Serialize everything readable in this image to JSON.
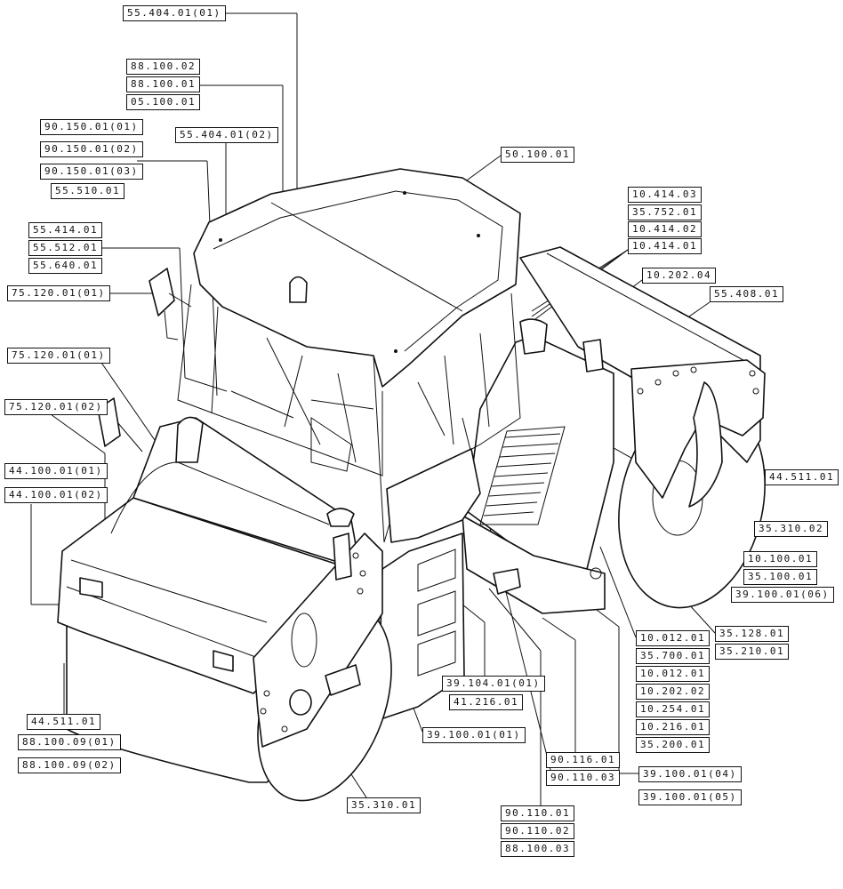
{
  "labels": [
    {
      "text": "55.404.01(01)"
    },
    {
      "text": "88.100.02"
    },
    {
      "text": "88.100.01"
    },
    {
      "text": "05.100.01"
    },
    {
      "text": "90.150.01(01)"
    },
    {
      "text": "90.150.01(02)"
    },
    {
      "text": "90.150.01(03)"
    },
    {
      "text": "55.510.01"
    },
    {
      "text": "55.404.01(02)"
    },
    {
      "text": "50.100.01"
    },
    {
      "text": "10.414.03"
    },
    {
      "text": "35.752.01"
    },
    {
      "text": "10.414.02"
    },
    {
      "text": "10.414.01"
    },
    {
      "text": "10.202.04"
    },
    {
      "text": "55.408.01"
    },
    {
      "text": "55.414.01"
    },
    {
      "text": "55.512.01"
    },
    {
      "text": "55.640.01"
    },
    {
      "text": "75.120.01(01)"
    },
    {
      "text": "75.120.01(01)"
    },
    {
      "text": "75.120.01(02)"
    },
    {
      "text": "44.100.01(01)"
    },
    {
      "text": "44.100.01(02)"
    },
    {
      "text": "44.511.01"
    },
    {
      "text": "35.310.02"
    },
    {
      "text": "10.100.01"
    },
    {
      "text": "35.100.01"
    },
    {
      "text": "39.100.01(06)"
    },
    {
      "text": "35.128.01"
    },
    {
      "text": "35.210.01"
    },
    {
      "text": "10.012.01"
    },
    {
      "text": "35.700.01"
    },
    {
      "text": "10.012.01"
    },
    {
      "text": "10.202.02"
    },
    {
      "text": "10.254.01"
    },
    {
      "text": "10.216.01"
    },
    {
      "text": "35.200.01"
    },
    {
      "text": "39.104.01(01)"
    },
    {
      "text": "41.216.01"
    },
    {
      "text": "39.100.01(01)"
    },
    {
      "text": "44.511.01"
    },
    {
      "text": "88.100.09(01)"
    },
    {
      "text": "88.100.09(02)"
    },
    {
      "text": "90.116.01"
    },
    {
      "text": "90.110.03"
    },
    {
      "text": "39.100.01(04)"
    },
    {
      "text": "39.100.01(05)"
    },
    {
      "text": "35.310.01"
    },
    {
      "text": "90.110.01"
    },
    {
      "text": "90.110.02"
    },
    {
      "text": "88.100.03"
    }
  ]
}
